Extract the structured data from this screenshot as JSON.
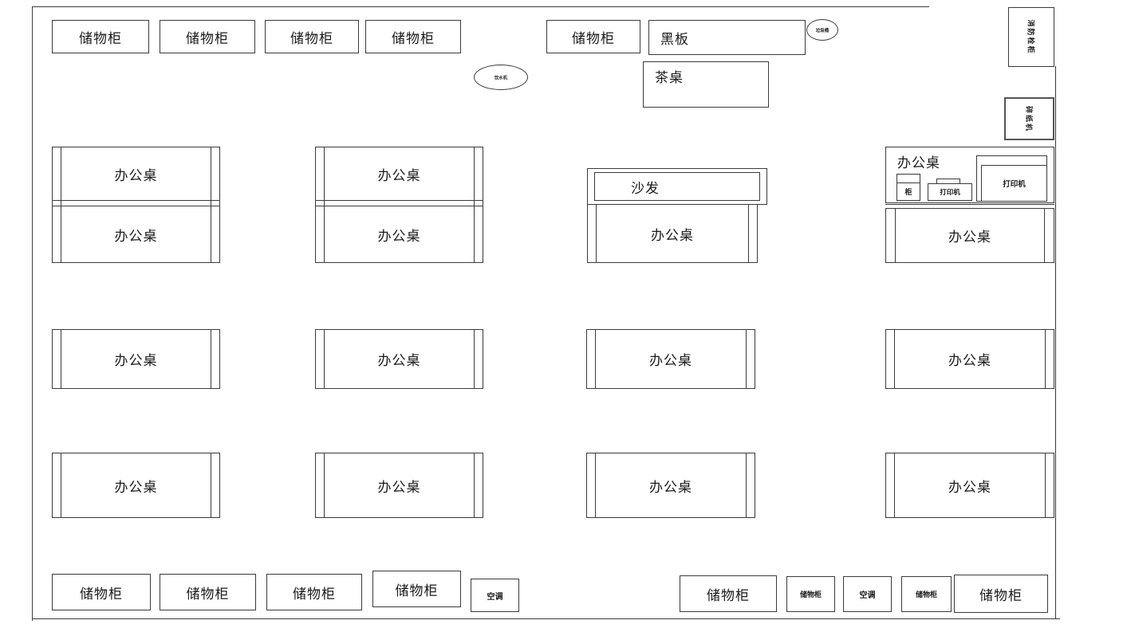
{
  "colors": {
    "line": "#3a3a3a",
    "background": "#ffffff",
    "text": "#1a1a1a"
  },
  "top_row": {
    "cabinets": [
      "储物柜",
      "储物柜",
      "储物柜",
      "储物柜",
      "储物柜"
    ],
    "blackboard": "黑板",
    "tea_table": "茶桌",
    "water_dispenser": "饮水机",
    "trash_bin": "垃圾桶"
  },
  "right_wall": {
    "fire_cabinet": "消防栓柜",
    "shredder": "碎纸机"
  },
  "desks": {
    "label": "办公桌",
    "sofa": "沙发",
    "printer_small": "打印机",
    "printer_large": "打印机",
    "mini_cabinet": "柜"
  },
  "bottom_row": {
    "cabinets_left": [
      "储物柜",
      "储物柜",
      "储物柜",
      "储物柜"
    ],
    "ac_left": "空调",
    "cabinets_right": [
      "储物柜",
      "储物柜",
      "储物柜",
      "储物柜"
    ],
    "ac_right": "空调"
  }
}
